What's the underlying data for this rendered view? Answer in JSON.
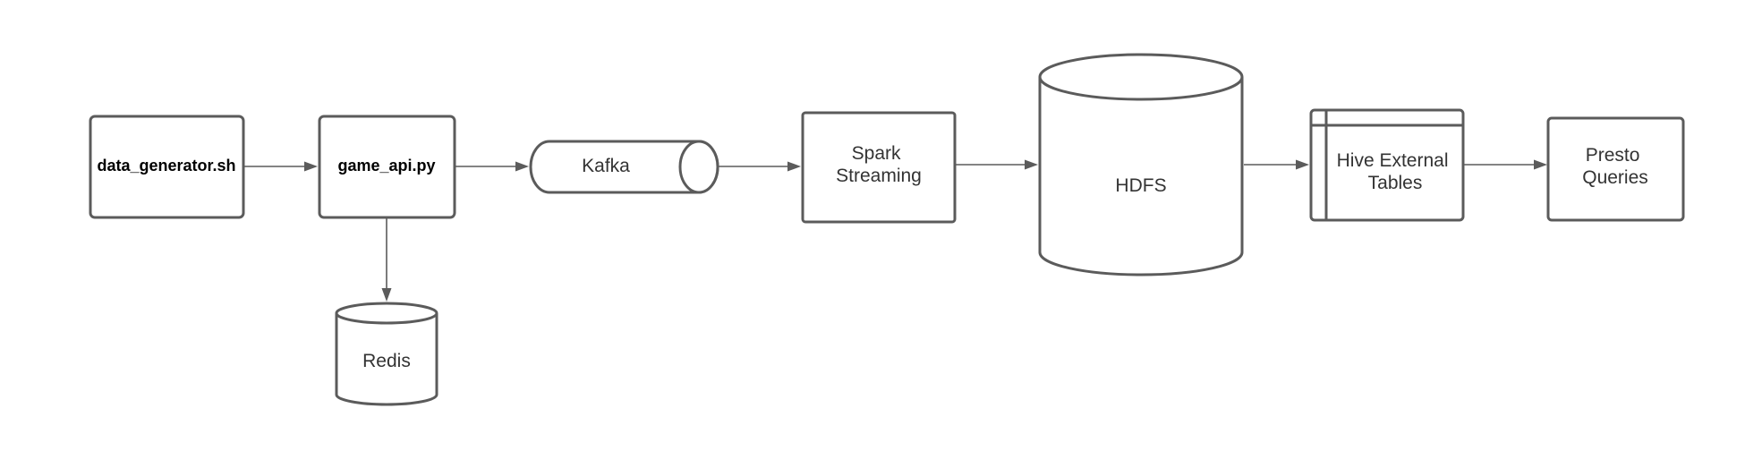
{
  "diagram": {
    "nodes": {
      "data_generator": {
        "label": "data_generator.sh"
      },
      "game_api": {
        "label": "game_api.py"
      },
      "kafka": {
        "label": "Kafka"
      },
      "spark": {
        "line1": "Spark",
        "line2": "Streaming"
      },
      "hdfs": {
        "label": "HDFS"
      },
      "hive": {
        "line1": "Hive External",
        "line2": "Tables"
      },
      "presto": {
        "line1": "Presto",
        "line2": "Queries"
      },
      "redis": {
        "label": "Redis"
      }
    },
    "edges": [
      {
        "from": "data_generator",
        "to": "game_api"
      },
      {
        "from": "game_api",
        "to": "kafka"
      },
      {
        "from": "kafka",
        "to": "spark"
      },
      {
        "from": "spark",
        "to": "hdfs"
      },
      {
        "from": "hdfs",
        "to": "hive"
      },
      {
        "from": "hive",
        "to": "presto"
      },
      {
        "from": "game_api",
        "to": "redis"
      }
    ]
  }
}
